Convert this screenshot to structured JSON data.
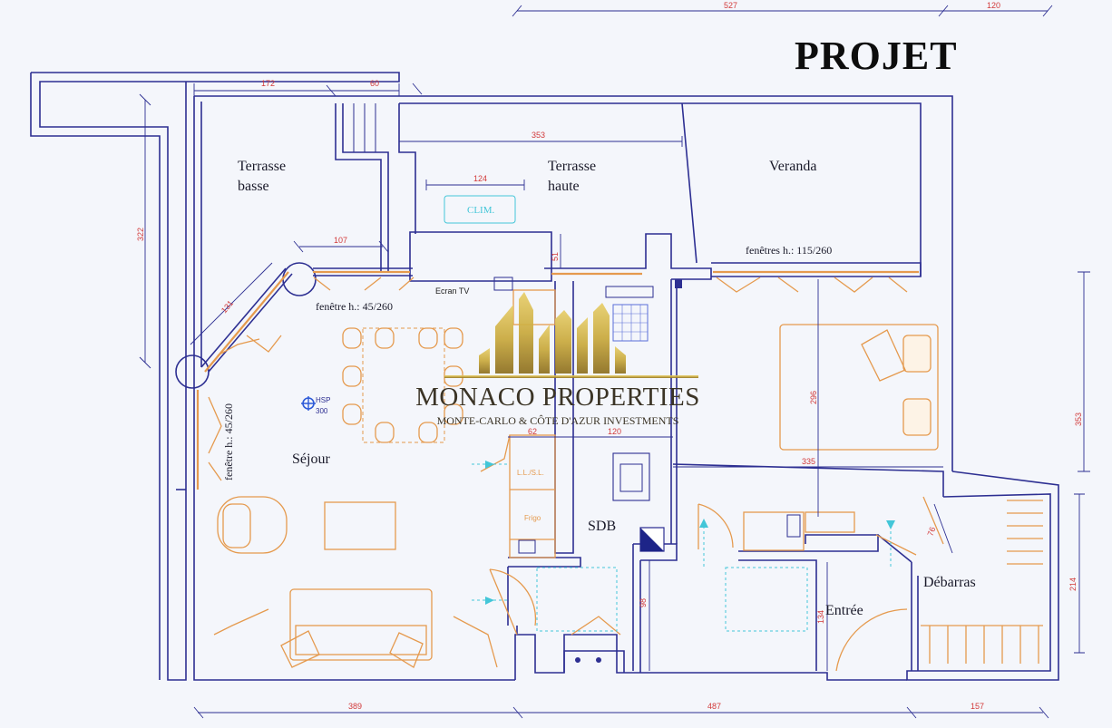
{
  "title": "PROJET",
  "logo": {
    "name": "MONACO PROPERTIES",
    "tagline": "MONTE-CARLO & CÔTE D'AZUR INVESTMENTS"
  },
  "rooms": {
    "terrasse_basse_1": "Terrasse",
    "terrasse_basse_2": "basse",
    "terrasse_haute_1": "Terrasse",
    "terrasse_haute_2": "haute",
    "veranda": "Veranda",
    "sejour": "Séjour",
    "sdb": "SDB",
    "entree": "Entrée",
    "debarras": "Débarras"
  },
  "notes": {
    "fenetres_veranda": "fenêtres h.: 115/260",
    "fenetre_sejour": "fenêtre h.: 45/260",
    "fenetre_side": "fenêtre h.: 45/260",
    "clim": "CLIM.",
    "ecran_tv": "Ecran TV",
    "hsp_1": "HSP",
    "hsp_2": "300",
    "llsl": "L.L./S.L.",
    "frigo": "Frigo"
  },
  "dimensions": {
    "top_527": "527",
    "top_120": "120",
    "d172": "172",
    "d60": "60",
    "d353_top": "353",
    "d124": "124",
    "d107": "107",
    "d51": "51",
    "d322": "322",
    "d131": "131",
    "d62": "62",
    "d120_mid": "120",
    "d296": "296",
    "d335": "335",
    "d353_right": "353",
    "d76": "76",
    "d214": "214",
    "d98": "98",
    "d134": "134",
    "bottom_389": "389",
    "bottom_487": "487",
    "bottom_157": "157"
  },
  "colors": {
    "walls": "#2d2f92",
    "furniture": "#e59a4e",
    "dimensions": "#d23a3a",
    "fixtures": "#43c6d8",
    "logo_gold": "#c9a93c"
  }
}
